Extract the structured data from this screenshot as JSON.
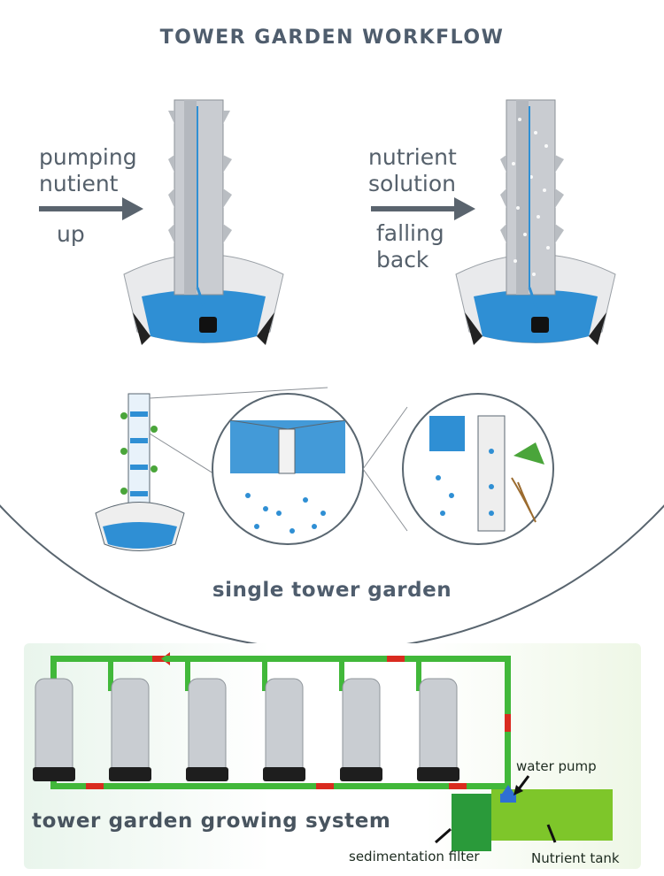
{
  "title": "TOWER GARDEN WORKFLOW",
  "panels": {
    "pumping": {
      "line1": "pumping",
      "line2": "nutient",
      "line3": "up"
    },
    "falling": {
      "line1": "nutrient",
      "line2": "solution",
      "line3": "falling",
      "line4": "back"
    }
  },
  "single_tower": {
    "caption": "single tower garden"
  },
  "system": {
    "caption": "tower garden growing system",
    "labels": {
      "water_pump": "water pump",
      "sedimentation_filter": "sedimentation filter",
      "nutrient_tank": "Nutrient tank"
    },
    "tower_count": 6
  },
  "colors": {
    "outline": "#59656f",
    "water_blue": "#2f8fd4",
    "pipe_green": "#41b83a",
    "flow_red": "#d92b1f",
    "tank_green": "#7ec62a",
    "filter_green": "#2a9a3a"
  }
}
